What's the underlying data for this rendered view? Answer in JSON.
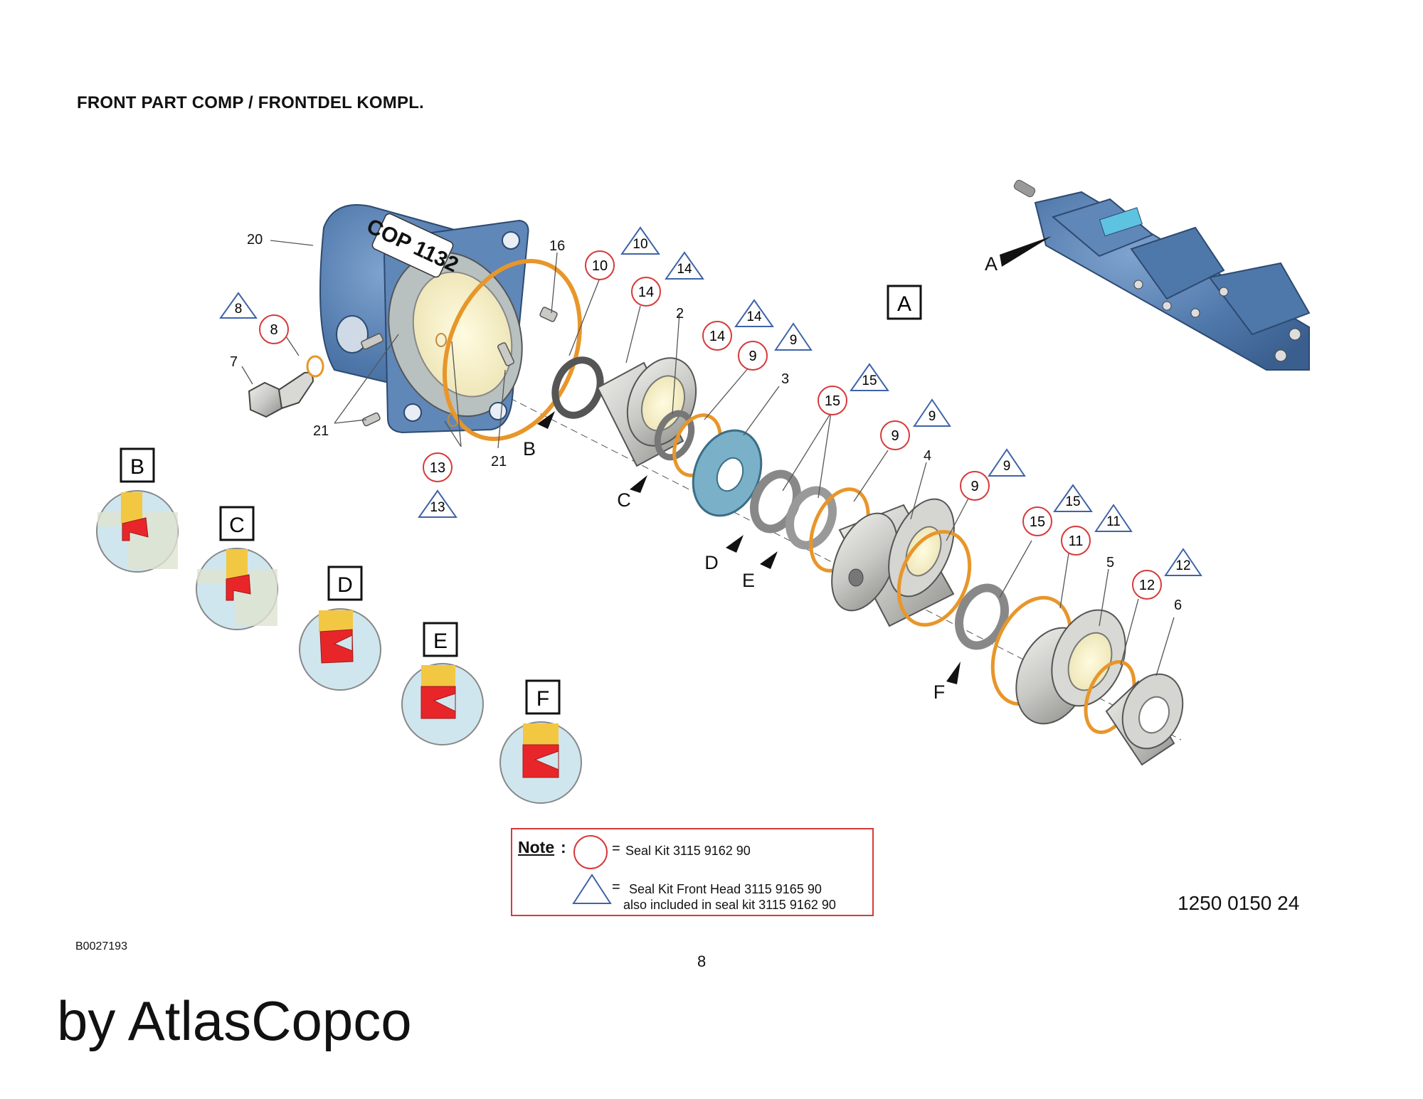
{
  "title": "FRONT PART COMP / FRONTDEL KOMPL.",
  "drawing_code": "B0027193",
  "page_number": "8",
  "part_number": "1250 0150 24",
  "brand": "by AtlasCopco",
  "housing_label": "COP 1132",
  "note": {
    "label": "Note",
    "colon": ":",
    "equals": "=",
    "circle_text": "Seal Kit 3115 9162 90",
    "triangle_text": "Seal Kit Front Head 3115 9165 90",
    "triangle_text_2": "also included in seal kit 3115 9162 90"
  },
  "colors": {
    "housing_blue": "#4f78aa",
    "seal_orange": "#e8962a",
    "seal_red": "#e8262a",
    "circle_red": "#d63a3a",
    "triangle_blue": "#3f63a8",
    "detail_yellow": "#f2c842",
    "detail_blue": "#cfe6ee",
    "steel_grey": "#c9c9c5"
  },
  "callouts": {
    "plain": [
      "20",
      "16",
      "7",
      "21",
      "21",
      "2",
      "3",
      "4",
      "5",
      "6"
    ],
    "circled": [
      "8",
      "10",
      "14",
      "14",
      "9",
      "15",
      "9",
      "9",
      "13",
      "15",
      "11",
      "12"
    ],
    "triangled": [
      "8",
      "10",
      "14",
      "14",
      "9",
      "15",
      "9",
      "9",
      "13",
      "15",
      "11",
      "12"
    ]
  },
  "view_letters": [
    "A",
    "A",
    "B",
    "C",
    "D",
    "E",
    "F"
  ],
  "detail_boxes": [
    "A",
    "B",
    "C",
    "D",
    "E",
    "F"
  ]
}
